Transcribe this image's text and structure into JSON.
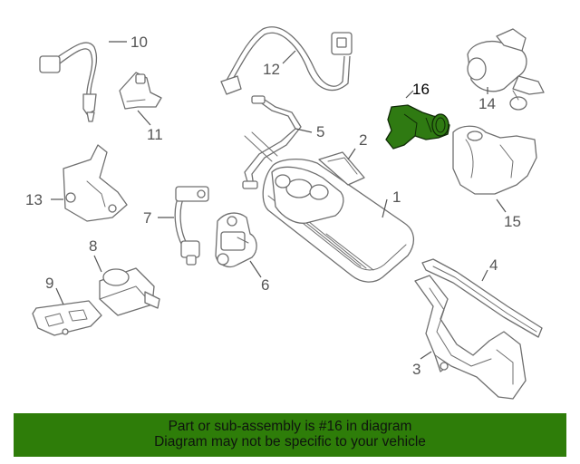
{
  "diagram": {
    "highlight_color": "#2f7a12",
    "highlighted_part": "16",
    "callouts": [
      {
        "id": "c1",
        "label": "1"
      },
      {
        "id": "c2",
        "label": "2"
      },
      {
        "id": "c3",
        "label": "3"
      },
      {
        "id": "c4",
        "label": "4"
      },
      {
        "id": "c5",
        "label": "5"
      },
      {
        "id": "c6",
        "label": "6"
      },
      {
        "id": "c7",
        "label": "7"
      },
      {
        "id": "c8",
        "label": "8"
      },
      {
        "id": "c9",
        "label": "9"
      },
      {
        "id": "c10",
        "label": "10"
      },
      {
        "id": "c11",
        "label": "11"
      },
      {
        "id": "c12",
        "label": "12"
      },
      {
        "id": "c13",
        "label": "13"
      },
      {
        "id": "c14",
        "label": "14"
      },
      {
        "id": "c15",
        "label": "15"
      },
      {
        "id": "c16",
        "label": "16"
      }
    ]
  },
  "banner": {
    "color": "#2e7d09",
    "line1": "Part or sub-assembly is #16 in diagram",
    "line2": "Diagram may not be specific to your vehicle"
  }
}
